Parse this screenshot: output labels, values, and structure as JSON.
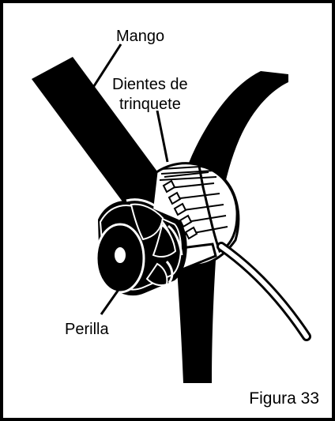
{
  "diagram": {
    "labels": {
      "handle": "Mango",
      "ratchet_teeth": [
        "Dientes de",
        "trinquete"
      ],
      "knob": "Perilla"
    },
    "figure_number": "Figura 33"
  }
}
